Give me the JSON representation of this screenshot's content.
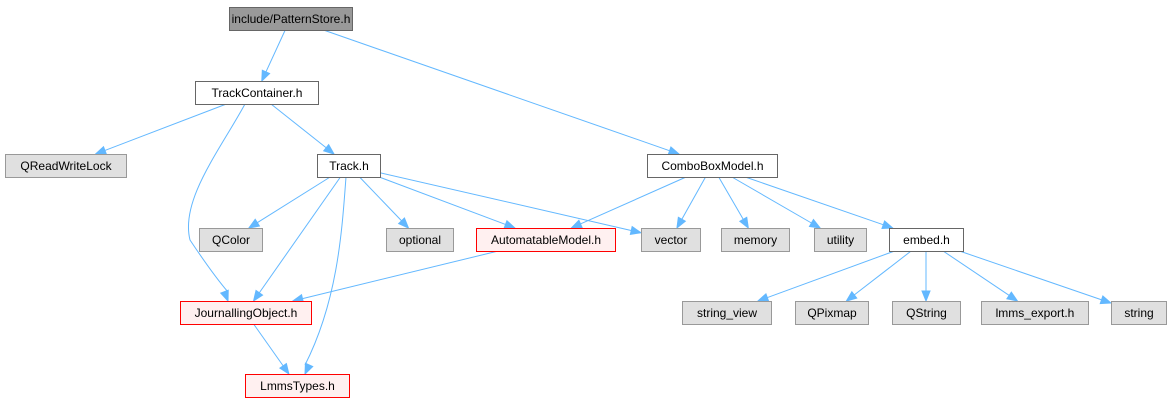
{
  "colors": {
    "root_fill": "#999999",
    "root_stroke": "#666666",
    "normal_fill": "#ffffff",
    "normal_stroke": "#666666",
    "external_fill": "#e0e0e0",
    "external_stroke": "#999999",
    "highlight_fill": "#fff0f0",
    "highlight_stroke": "#ff0000",
    "edge": "#63b8ff"
  },
  "nodes": [
    {
      "id": "pattern_store",
      "label": "include/PatternStore.h",
      "kind": "root"
    },
    {
      "id": "track_container",
      "label": "TrackContainer.h",
      "kind": "normal"
    },
    {
      "id": "qreadwritelock",
      "label": "QReadWriteLock",
      "kind": "external"
    },
    {
      "id": "track",
      "label": "Track.h",
      "kind": "normal"
    },
    {
      "id": "combobox_model",
      "label": "ComboBoxModel.h",
      "kind": "normal"
    },
    {
      "id": "qcolor",
      "label": "QColor",
      "kind": "external"
    },
    {
      "id": "optional",
      "label": "optional",
      "kind": "external"
    },
    {
      "id": "automatable_model",
      "label": "AutomatableModel.h",
      "kind": "highlight"
    },
    {
      "id": "vector",
      "label": "vector",
      "kind": "external"
    },
    {
      "id": "memory",
      "label": "memory",
      "kind": "external"
    },
    {
      "id": "utility",
      "label": "utility",
      "kind": "external"
    },
    {
      "id": "embed",
      "label": "embed.h",
      "kind": "normal"
    },
    {
      "id": "journalling_object",
      "label": "JournallingObject.h",
      "kind": "highlight"
    },
    {
      "id": "lmms_types",
      "label": "LmmsTypes.h",
      "kind": "highlight"
    },
    {
      "id": "string_view",
      "label": "string_view",
      "kind": "external"
    },
    {
      "id": "qpixmap",
      "label": "QPixmap",
      "kind": "external"
    },
    {
      "id": "qstring",
      "label": "QString",
      "kind": "external"
    },
    {
      "id": "lmms_export",
      "label": "lmms_export.h",
      "kind": "external"
    },
    {
      "id": "string",
      "label": "string",
      "kind": "external"
    }
  ],
  "edges": [
    [
      "pattern_store",
      "track_container"
    ],
    [
      "pattern_store",
      "combobox_model"
    ],
    [
      "track_container",
      "qreadwritelock"
    ],
    [
      "track_container",
      "track"
    ],
    [
      "track_container",
      "journalling_object"
    ],
    [
      "track",
      "qcolor"
    ],
    [
      "track",
      "optional"
    ],
    [
      "track",
      "automatable_model"
    ],
    [
      "track",
      "vector"
    ],
    [
      "track",
      "journalling_object"
    ],
    [
      "track",
      "lmms_types"
    ],
    [
      "combobox_model",
      "automatable_model"
    ],
    [
      "combobox_model",
      "vector"
    ],
    [
      "combobox_model",
      "memory"
    ],
    [
      "combobox_model",
      "utility"
    ],
    [
      "combobox_model",
      "embed"
    ],
    [
      "automatable_model",
      "journalling_object"
    ],
    [
      "journalling_object",
      "lmms_types"
    ],
    [
      "embed",
      "string_view"
    ],
    [
      "embed",
      "qpixmap"
    ],
    [
      "embed",
      "qstring"
    ],
    [
      "embed",
      "lmms_export"
    ],
    [
      "embed",
      "string"
    ]
  ]
}
